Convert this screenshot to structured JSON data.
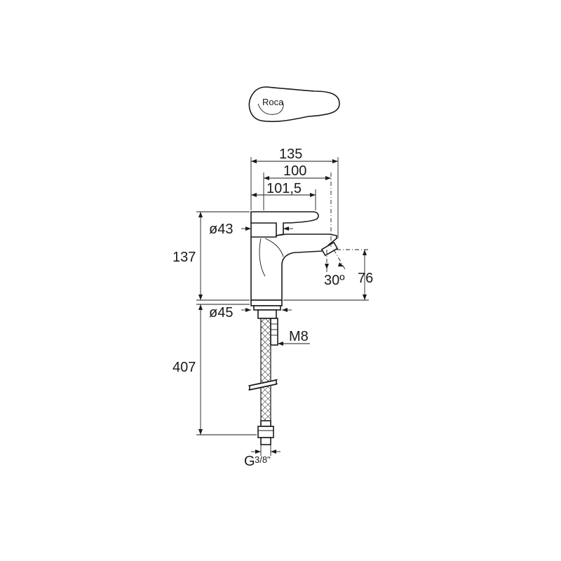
{
  "dimensions": {
    "width_total": "135",
    "width_spout": "100",
    "width_handle": "101,5",
    "diameter_handle": "ø43",
    "height_body": "137",
    "height_spout": "76",
    "angle": "30º",
    "diameter_base": "ø45",
    "stud_thread": "M8",
    "hose_length": "407",
    "hose_thread_prefix": "G",
    "hose_thread_fraction": "3/8\""
  },
  "logo": {
    "text": "Roca"
  }
}
